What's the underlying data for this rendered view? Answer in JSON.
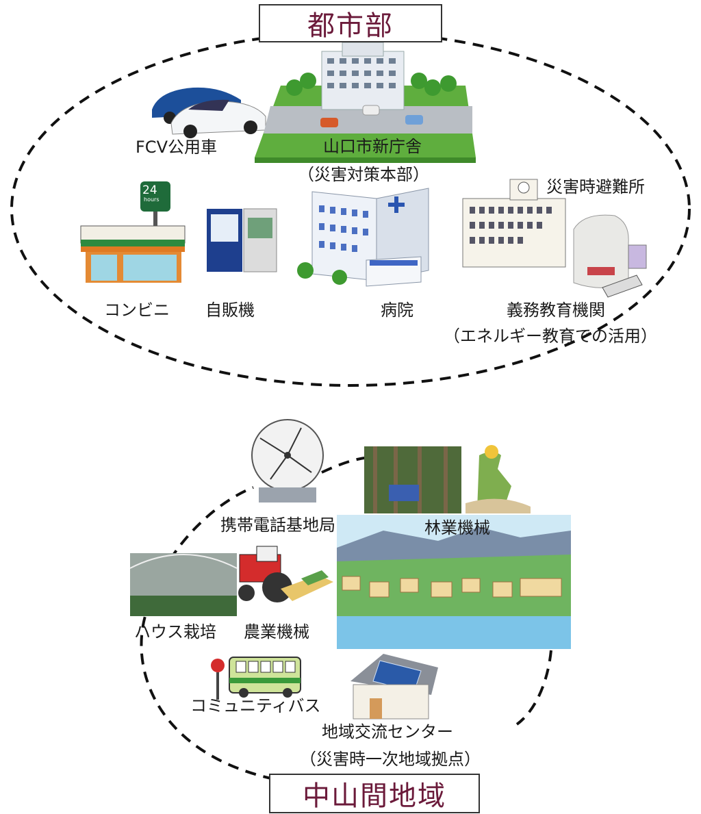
{
  "urban": {
    "title": "都市部",
    "labels": {
      "fcv": "FCV公用車",
      "city_hall": "山口市新庁舎",
      "city_hall_sub": "（災害対策本部）",
      "shelter": "災害時避難所",
      "conbini": "コンビニ",
      "vending": "自販機",
      "hospital": "病院",
      "school": "義務教育機関",
      "school_sub": "（エネルギー教育での活用）",
      "store_sign": "24",
      "store_sign_sub": "hours"
    }
  },
  "rural": {
    "title": "中山間地域",
    "labels": {
      "tower": "携帯電話基地局",
      "forestry": "林業機械",
      "greenhouse": "ハウス栽培",
      "agri": "農業機械",
      "bus": "コミュニティバス",
      "center": "地域交流センター",
      "center_sub": "（災害時一次地域拠点）"
    }
  },
  "colors": {
    "title_text": "#6b1a3a",
    "dashed_line": "#111111",
    "lawn": "#6db84a",
    "building": "#e8ecf2",
    "solar": "#2a5aa8",
    "water": "#7cc4e8"
  },
  "icons": [
    "car-icon",
    "city-hall-icon",
    "store-icon",
    "vending-machine-icon",
    "hospital-icon",
    "school-icon",
    "emergency-bag-icon",
    "satellite-dish-icon",
    "forestry-photo",
    "greenhouse-photo",
    "tractor-icon",
    "village-illustration",
    "bus-icon",
    "house-solar-icon"
  ]
}
